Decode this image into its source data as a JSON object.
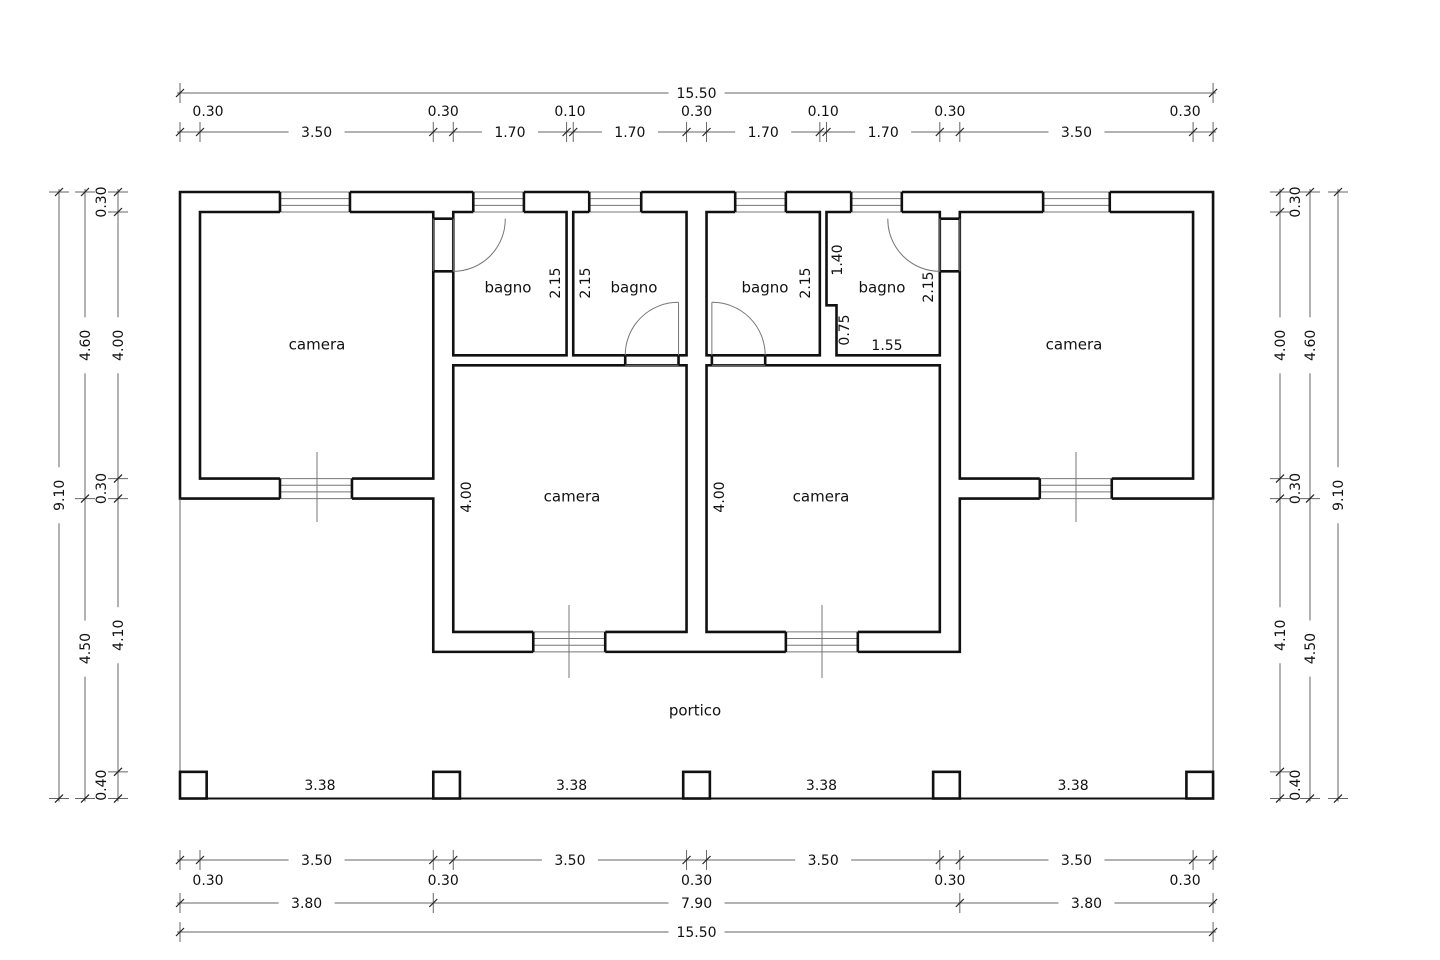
{
  "rooms": [
    {
      "name": "camera"
    },
    {
      "name": "bagno"
    },
    {
      "name": "bagno"
    },
    {
      "name": "bagno"
    },
    {
      "name": "bagno"
    },
    {
      "name": "camera"
    },
    {
      "name": "camera"
    },
    {
      "name": "camera"
    },
    {
      "name": "portico"
    }
  ],
  "room_dims": [
    "2.15",
    "2.15",
    "2.15",
    "2.15",
    "1.40",
    "0.75",
    "1.55",
    "4.00",
    "4.00"
  ],
  "column_spacing": [
    "3.38",
    "3.38",
    "3.38",
    "3.38"
  ],
  "dimensions": {
    "top_total": "15.50",
    "top_chain": [
      "0.30",
      "3.50",
      "0.30",
      "1.70",
      "0.10",
      "1.70",
      "0.30",
      "1.70",
      "0.10",
      "1.70",
      "0.30",
      "3.50",
      "0.30"
    ],
    "bottom_chain": [
      "0.30",
      "3.50",
      "0.30",
      "3.50",
      "0.30",
      "3.50",
      "0.30",
      "3.50",
      "0.30"
    ],
    "bottom_mid": [
      "3.80",
      "7.90",
      "3.80"
    ],
    "bottom_total": "15.50",
    "left_chain": [
      "0.30",
      "4.00",
      "0.30",
      "4.10",
      "0.40"
    ],
    "left_mid": [
      "4.60",
      "4.50"
    ],
    "left_total": "9.10",
    "right_chain": [
      "0.30",
      "4.00",
      "0.30",
      "4.10",
      "0.40"
    ],
    "right_mid": [
      "4.60",
      "4.50"
    ],
    "right_total": "9.10"
  }
}
